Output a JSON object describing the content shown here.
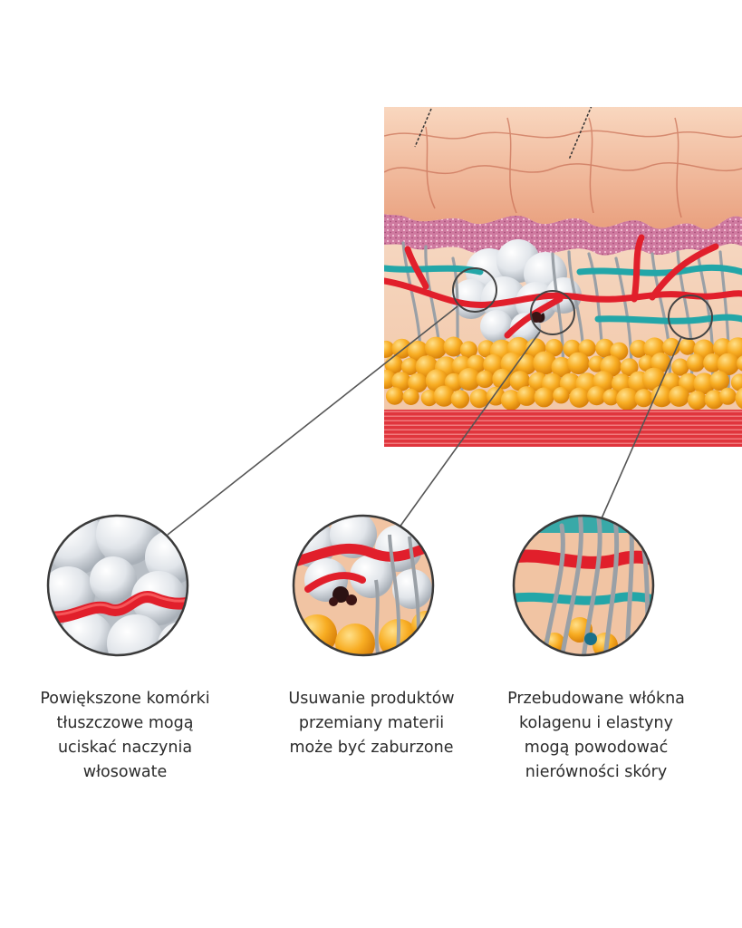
{
  "figure": {
    "panels": [
      {
        "id": "enlarged-fat-cells",
        "caption_lines": [
          "Powiększone komórki",
          "tłuszczowe mogą",
          "uciskać naczynia",
          "włosowate"
        ]
      },
      {
        "id": "metabolic-waste-removal",
        "caption_lines": [
          "Usuwanie produktów",
          "przemiany materii",
          "może być zaburzone"
        ]
      },
      {
        "id": "rebuilt-fibers",
        "caption_lines": [
          "Przebudowane włókna",
          "kolagenu i elastyny",
          "mogą powodować",
          "nierówności skóry"
        ]
      }
    ],
    "colors": {
      "epidermis": "#f0b592",
      "dermis_pink": "#d77fa5",
      "dermis": "#f6d9c6",
      "vessel_red": "#e11f2b",
      "vessel_teal": "#23a6a8",
      "fiber_gray": "#9aa0a6",
      "fat_orange": "#f6a21a",
      "fat_cell_gray": "#dfe3e7",
      "muscle_red": "#e0353d",
      "leader_line": "#555555",
      "caption_text": "#2b2b2b"
    }
  }
}
